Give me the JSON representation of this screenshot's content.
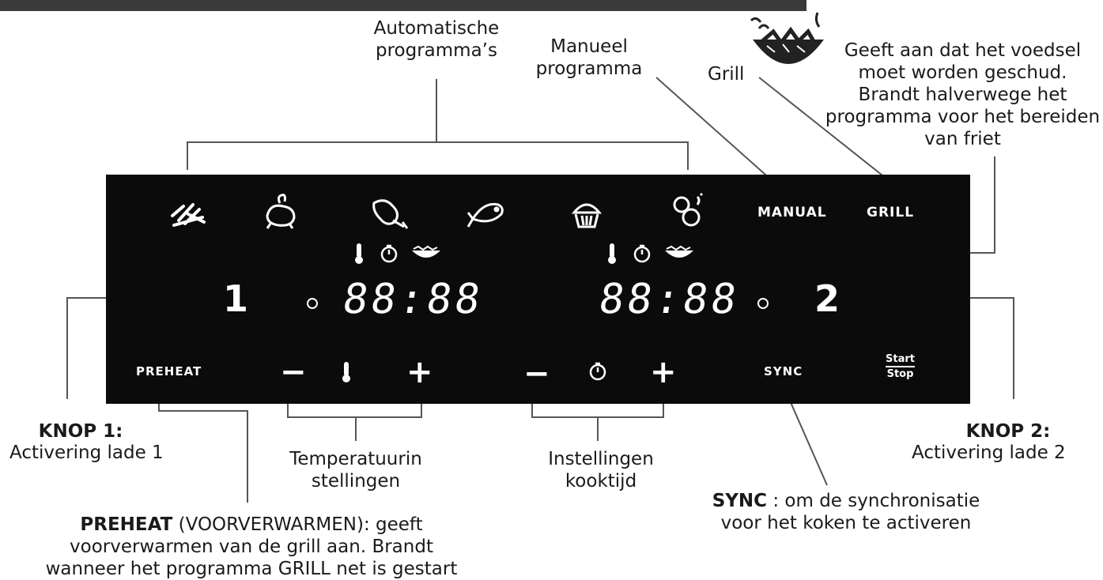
{
  "labels": {
    "auto_line1": "Automatische",
    "auto_line2": "programma’s",
    "manual_line1": "Manueel",
    "manual_line2": "programma",
    "grill": "Grill",
    "shake_line1": "Geeft aan dat het voedsel",
    "shake_line2": "moet worden geschud.",
    "shake_line3": "Brandt halverwege het",
    "shake_line4": "programma voor het bereiden",
    "shake_line5": "van friet",
    "knop1_title": "KNOP 1:",
    "knop1_desc": "Activering lade 1",
    "knop2_title": "KNOP 2:",
    "knop2_desc": "Activering lade 2",
    "temp_line1": "Temperatuurin",
    "temp_line2": "stellingen",
    "time_line1": "Instellingen",
    "time_line2": "kooktijd",
    "sync_key": "SYNC",
    "sync_line1": " : om de synchronisatie",
    "sync_line2": "voor het koken te activeren",
    "preheat_key": "PREHEAT",
    "preheat_line1": " (VOORVERWARMEN): geeft",
    "preheat_line2": "voorverwarmen van de grill aan. Brandt",
    "preheat_line3": "wanneer het programma GRILL net is gestart"
  },
  "panel": {
    "manual": "MANUAL",
    "grill": "GRILL",
    "preheat": "PREHEAT",
    "sync": "SYNC",
    "start": "Start",
    "stop": "Stop",
    "drawer1": "1",
    "drawer2": "2",
    "display1": "88:88",
    "display2": "88:88",
    "minus": "−",
    "plus": "+"
  },
  "icons": [
    "fries-icon",
    "chicken-icon",
    "drumstick-icon",
    "fish-icon",
    "cake-icon",
    "vegetables-icon",
    "thermometer-icon",
    "timer-icon",
    "shake-icon"
  ],
  "colors": {
    "panel": "#0b0b0b",
    "text": "#1a1a1a",
    "panel_text": "#ffffff"
  }
}
